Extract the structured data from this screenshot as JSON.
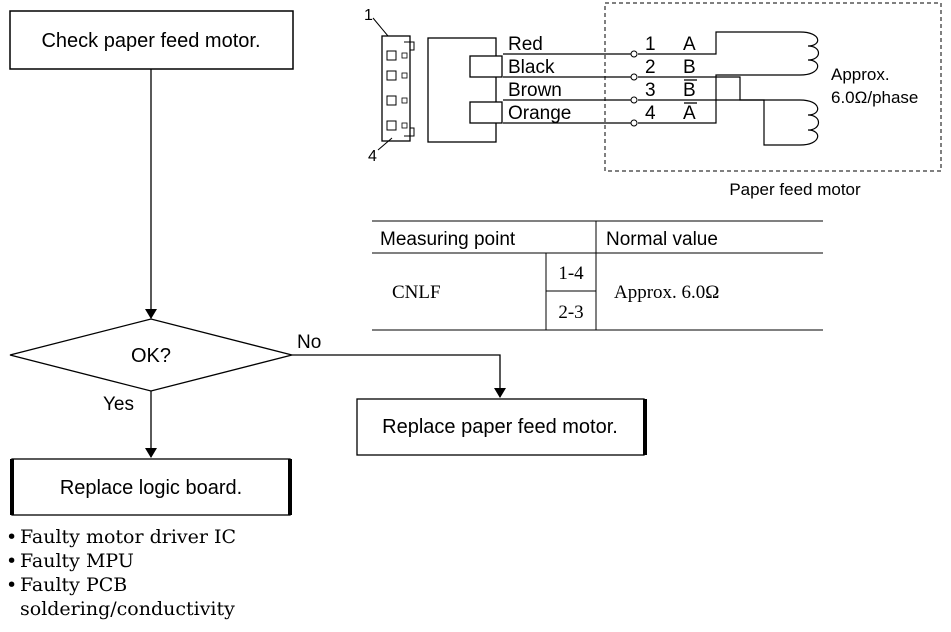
{
  "flow": {
    "check_step": "Check paper feed motor.",
    "decision": "OK?",
    "no_label": "No",
    "yes_label": "Yes",
    "no_action": "Replace paper feed motor.",
    "yes_action": "Replace logic board."
  },
  "causes": [
    "Faulty motor driver IC",
    "Faulty MPU",
    "Faulty PCB soldering/conductivity"
  ],
  "connector": {
    "pin_top": "1",
    "pin_bottom": "4",
    "wires": [
      {
        "color": "Red",
        "pin": "1",
        "phase": "A"
      },
      {
        "color": "Black",
        "pin": "2",
        "phase": "B"
      },
      {
        "color": "Brown",
        "pin": "3",
        "phase": "B"
      },
      {
        "color": "Orange",
        "pin": "4",
        "phase": "A"
      }
    ]
  },
  "motor": {
    "name": "Paper feed motor",
    "resistance_line1": "Approx.",
    "resistance_line2": "6.0Ω/phase"
  },
  "table": {
    "headers": [
      "Measuring point",
      "Normal value"
    ],
    "connector": "CNLF",
    "pairs": [
      "1-4",
      "2-3"
    ],
    "value": "Approx. 6.0Ω"
  }
}
